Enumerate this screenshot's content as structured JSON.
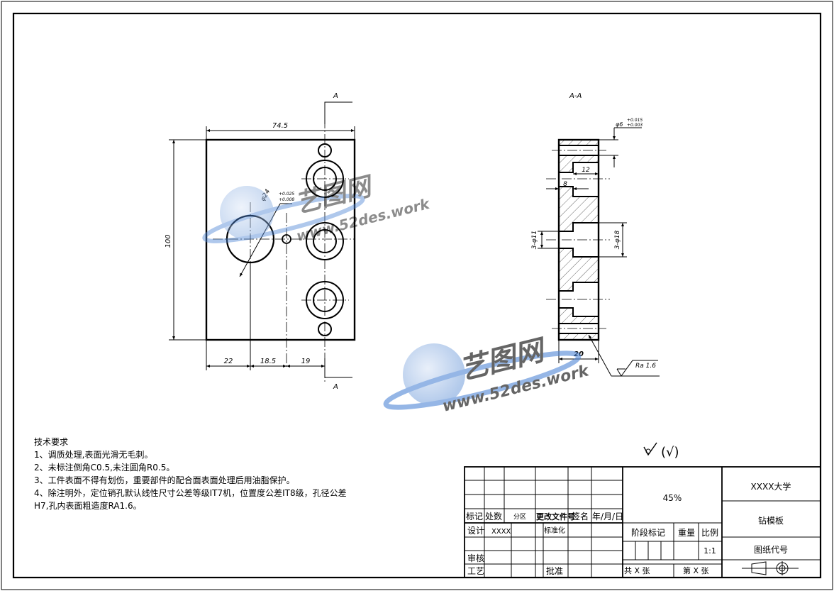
{
  "front_view": {
    "section_marker_top": "A",
    "section_marker_bottom": "A",
    "dim_width": "74.5",
    "dim_height": "100",
    "dim_hole": "φ24",
    "dim_hole_tol_upper": "+0.025",
    "dim_hole_tol_lower": "+0.008",
    "dim_bottom_1": "22",
    "dim_bottom_2": "18.5",
    "dim_bottom_3": "19"
  },
  "section_view": {
    "title": "A-A",
    "dim_pin": "φ6",
    "dim_pin_tol_upper": "+0.015",
    "dim_pin_tol_lower": "+0.003",
    "dim_12": "12",
    "dim_8": "8",
    "dim_3phi11": "3-φ11",
    "dim_3phi18": "3-φ18",
    "dim_20": "20",
    "roughness": "Ra 1.6"
  },
  "watermark": {
    "brand": "艺图网",
    "url": "www.52des.work"
  },
  "tech_requirements": {
    "title": "技术要求",
    "items": [
      "1、调质处理,表面光滑无毛刺。",
      "2、未标注倒角C0.5,未注圆角R0.5。",
      "3、工件表面不得有划伤，重要部件的配合面表面处理后用油脂保护。",
      "4、除注明外，定位销孔默认线性尺寸公差等级IT7机，位置度公差IT8级，孔径公差",
      "H7,孔内表面粗造度RA1.6。"
    ]
  },
  "general_roughness": "(√)",
  "title_block": {
    "header_mark": "标记",
    "header_count": "处数",
    "header_zone": "分区",
    "header_doc": "更改文件号",
    "header_sign": "签名",
    "header_date": "年/月/日",
    "design_label": "设计",
    "design_value": "XXXX",
    "standard_label": "标准化",
    "review_label": "审核",
    "process_label": "工艺",
    "approve_label": "批准",
    "material": "45%",
    "stage_label": "阶段标记",
    "weight_label": "重量",
    "scale_label": "比例",
    "scale_value": "1:1",
    "total_sheets": "共  X  张",
    "sheet_no": "第  X  张",
    "school": "XXXX大学",
    "part_name": "钻模板",
    "drawing_no": "图纸代号"
  }
}
